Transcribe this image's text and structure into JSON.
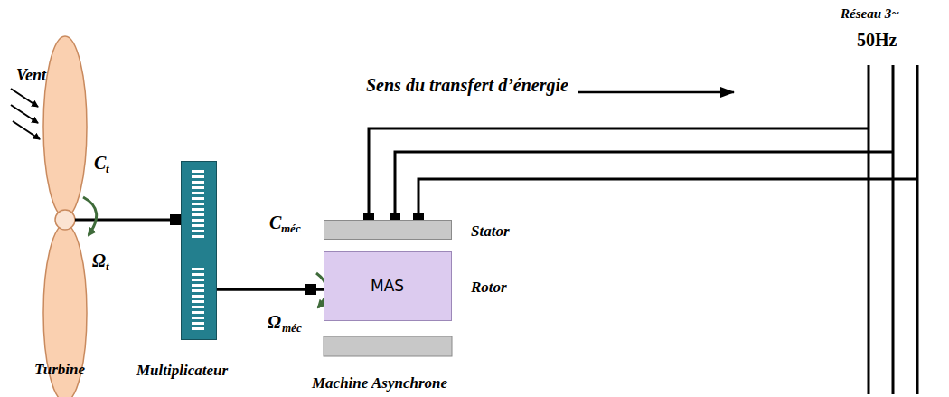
{
  "diagram": {
    "nodes": [
      {
        "text": [
          "Multiplicateur"
        ]
      },
      {
        "text": [
          "Stator"
        ]
      },
      {
        "text": [
          "MAS",
          "Rotor"
        ]
      }
    ],
    "edges": [
      {
        "from": 0,
        "to": 2,
        "arrow": "none"
      }
    ],
    "labels": [
      "Vent",
      "C",
      "t",
      "Ω",
      "t",
      "Turbine",
      "C",
      "méc",
      "Ω",
      "méc",
      "Machine Asynchrone",
      "Sens du transfert d’énergie",
      "Réseau 3~",
      "50Hz"
    ]
  }
}
